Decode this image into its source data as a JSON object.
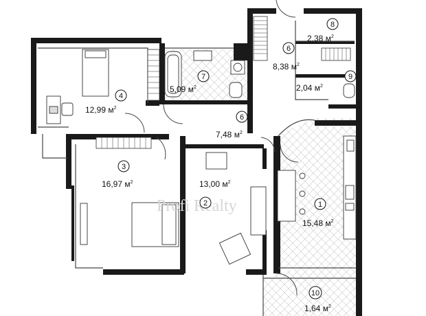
{
  "rooms": [
    {
      "id": "1",
      "number": "1",
      "area": "15,48 м",
      "sup": "2"
    },
    {
      "id": "2",
      "number": "2",
      "area": "13,00 м",
      "sup": "2"
    },
    {
      "id": "3",
      "number": "3",
      "area": "16,97 м",
      "sup": "2"
    },
    {
      "id": "4",
      "number": "4",
      "area": "12,99 м",
      "sup": "2"
    },
    {
      "id": "6a",
      "number": "6",
      "area": "8,38 м",
      "sup": "2"
    },
    {
      "id": "6b",
      "number": "6",
      "area": "7,48 м",
      "sup": "2"
    },
    {
      "id": "7",
      "number": "7",
      "area": "5,09 м",
      "sup": "2"
    },
    {
      "id": "8",
      "number": "8",
      "area": "2,38 м",
      "sup": "2"
    },
    {
      "id": "9",
      "number": "9",
      "area": "2,04 м",
      "sup": "2"
    },
    {
      "id": "10",
      "number": "10",
      "area": "1,64 м",
      "sup": "2"
    }
  ],
  "watermark": {
    "text": "Profi Realty"
  },
  "colors": {
    "wall": "#1a1a1a",
    "line": "#444444",
    "hatch": "#bbbbbb"
  }
}
